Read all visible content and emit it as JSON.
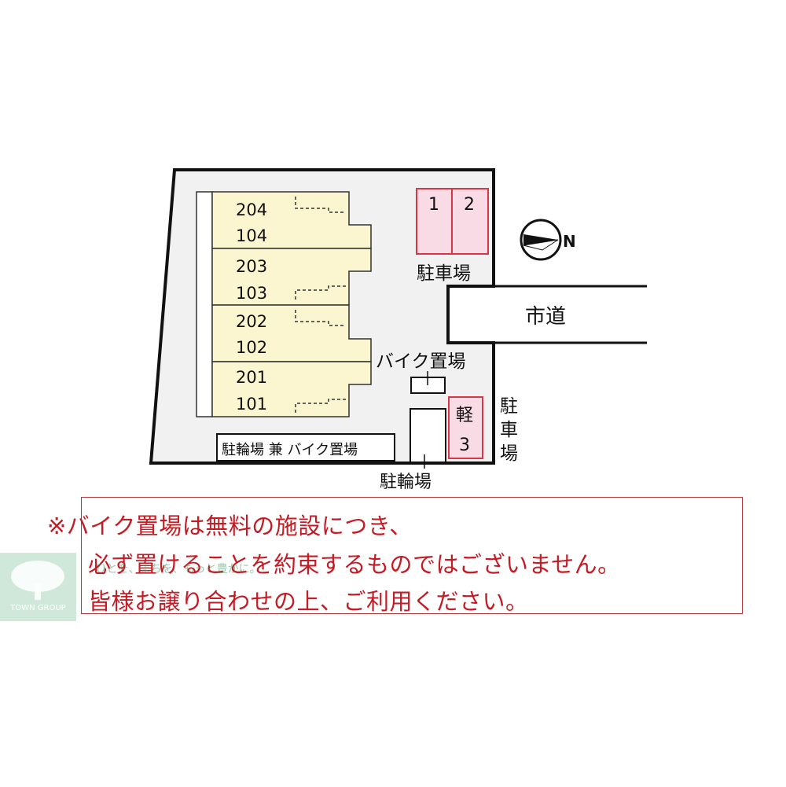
{
  "units": [
    {
      "upper": "204",
      "lower": "104"
    },
    {
      "upper": "203",
      "lower": "103"
    },
    {
      "upper": "202",
      "lower": "102"
    },
    {
      "upper": "201",
      "lower": "101"
    }
  ],
  "parking": {
    "label": "駐車場",
    "spaces": [
      "1",
      "2"
    ],
    "kei_space_top": "軽",
    "kei_space_bottom": "3",
    "side_label": "駐車場"
  },
  "road_label": "市道",
  "bike_parking_label": "バイク置場",
  "bicycle_bike_label": "駐輪場 兼 バイク置場",
  "bicycle_parking_label": "駐輪場",
  "compass_label": "N",
  "notice": {
    "line1": "※バイク置場は無料の施設につき、",
    "line2": "必ず置けることを約束するものではございません。",
    "line3": "皆様お譲り合わせの上、ご利用ください。"
  },
  "watermark": {
    "brand": "TOWN GROUP",
    "tagline": "ひとを、まちを、もっと豊かに。"
  },
  "colors": {
    "building_fill": "#fbf6cf",
    "parking_fill": "#f9dbe6",
    "parking_border": "#d6384a",
    "notice_text": "#c41b24",
    "lot_fill": "#f1f1f1"
  }
}
